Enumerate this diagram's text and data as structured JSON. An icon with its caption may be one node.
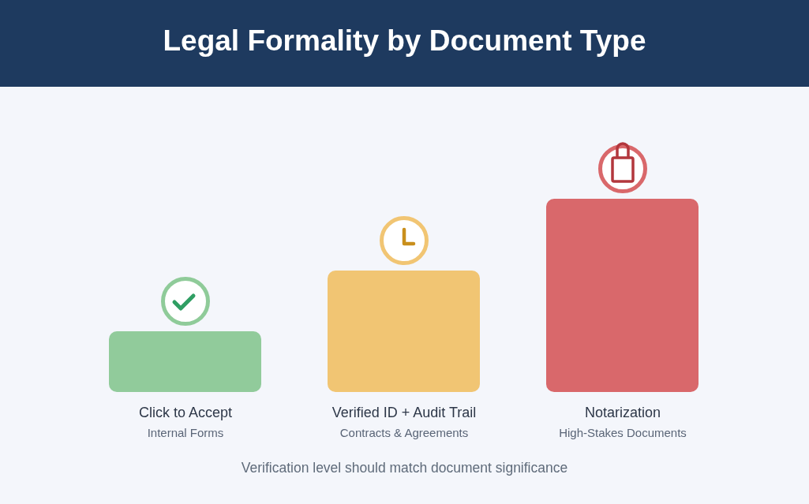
{
  "diagram": {
    "title": "Legal Formality by Document Type",
    "caption": "Verification level should match document significance",
    "nodes": [
      {
        "text": [
          "Click to Accept",
          "Internal Forms"
        ]
      },
      {
        "text": [
          "Verified ID + Audit Trail",
          "Contracts & Agreements"
        ]
      },
      {
        "text": [
          "Notarization",
          "High-Stakes Documents"
        ]
      }
    ]
  }
}
